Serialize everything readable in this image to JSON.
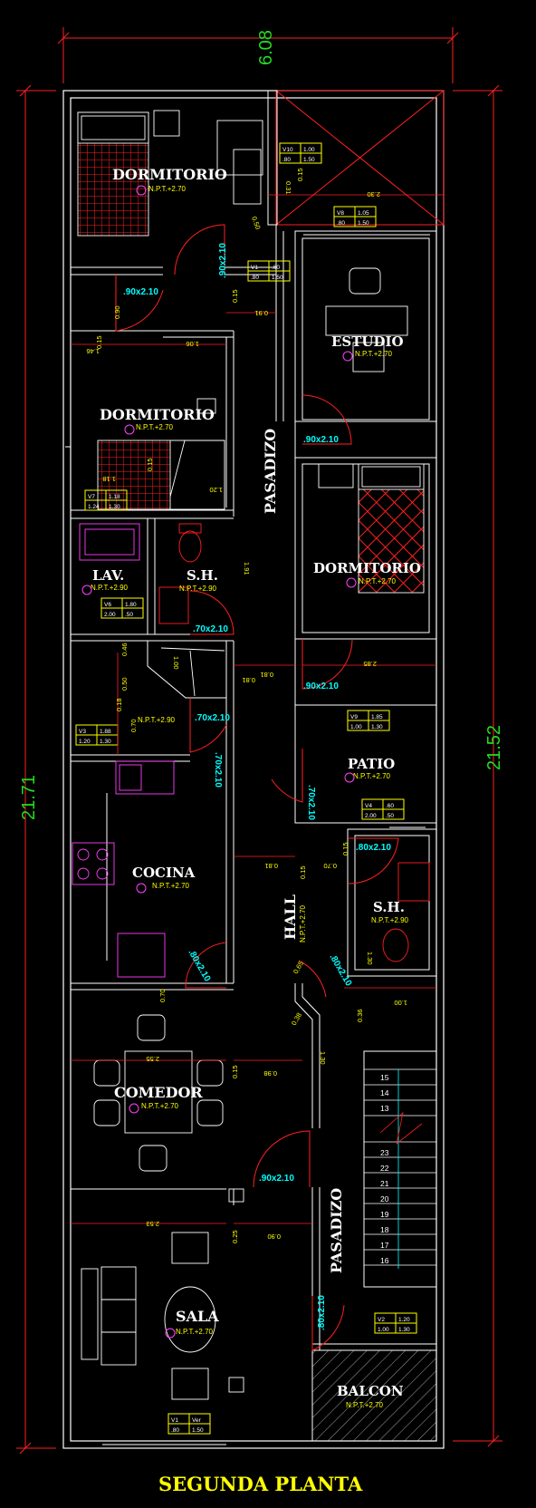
{
  "drawing": {
    "title": "SEGUNDA PLANTA",
    "overall_width": "6.08",
    "overall_length_right": "21.52",
    "overall_length_left": "21.71"
  },
  "rooms": [
    {
      "id": "dorm1",
      "name": "DORMITORIO",
      "level": "N.P.T.+2.70"
    },
    {
      "id": "dorm2",
      "name": "DORMITORIO",
      "level": "N.P.T.+2.70"
    },
    {
      "id": "estudio",
      "name": "ESTUDIO",
      "level": "N.P.T.+2.70"
    },
    {
      "id": "dorm3",
      "name": "DORMITORIO",
      "level": "N.P.T.+2.70"
    },
    {
      "id": "lav",
      "name": "LAV.",
      "level": "N.P.T.+2.90"
    },
    {
      "id": "sh1",
      "name": "S.H.",
      "level": "N.P.T.+2.90"
    },
    {
      "id": "patio",
      "name": "PATIO",
      "level": "N.P.T.+2.70"
    },
    {
      "id": "cocina",
      "name": "COCINA",
      "level": "N.P.T.+2.70"
    },
    {
      "id": "sh2",
      "name": "S.H.",
      "level": "N.P.T.+2.90"
    },
    {
      "id": "comedor",
      "name": "COMEDOR",
      "level": "N.P.T.+2.70"
    },
    {
      "id": "sala",
      "name": "SALA",
      "level": "N.P.T.+2.70"
    },
    {
      "id": "balcon",
      "name": "BALCON",
      "level": "N.P.T.+2.70"
    }
  ],
  "corridors": {
    "pasadizo_upper": "PASADIZO",
    "pasadizo_lower": "PASADIZO",
    "hall": "HALL",
    "hall_level": "N.P.T.+2.70",
    "loose_level": "N.P.T.+2.90"
  },
  "doors": {
    "d_dorm1": ".90x2.10",
    "d_dorm1b": ".90x2.10",
    "d_estudio": ".90x2.10",
    "d_sh1": ".70x2.10",
    "d_dorm3": ".90x2.10",
    "d_shower": ".70x2.10",
    "d_cocina": ".70x2.10",
    "d_patio": ".70x2.10",
    "d_sh2": ".80x2.10",
    "d_cocina2": ".80x2.10",
    "d_hall": ".80x2.10",
    "d_comedor": ".90x2.10",
    "d_balcon": ".80x2.10"
  },
  "windows": {
    "v10": [
      "V10",
      "1.00",
      ".80",
      "1.50"
    ],
    "v8": [
      "V8",
      "1.05",
      ".80",
      "1.50"
    ],
    "v1b": [
      "V1",
      ".60",
      ".80",
      "1.50"
    ],
    "v7": [
      "V7",
      "1.18",
      "1.24",
      "1.30"
    ],
    "v6": [
      "V6",
      "1.80",
      "2.00",
      ".50"
    ],
    "v9": [
      "V9",
      "1.85",
      "1.00",
      "1.30"
    ],
    "v3": [
      "V3",
      "1.88",
      "1.20",
      "1.30"
    ],
    "v4": [
      "V4",
      ".60",
      "2.00",
      ".50"
    ],
    "v2": [
      "V2",
      "1.20",
      "1.00",
      "1.30"
    ],
    "v1": [
      "V1",
      "Ver",
      ".80",
      "1.50"
    ]
  },
  "dims": {
    "d1": "0.31",
    "d2": "0.15",
    "d3": "2.30",
    "d4": "0.50",
    "d5": "0.15",
    "d6": "0.91",
    "d7": "0.15",
    "d8": "1.46",
    "d9": "1.06",
    "d10": "1.20",
    "d11": "1.18",
    "d12": "0.15",
    "d13": "1.91",
    "d14": "0.90",
    "d15": "0.81",
    "d16": "2.85",
    "d17": "0.46",
    "d18": "0.50",
    "d19": "0.18",
    "d20": "0.70",
    "d21": "1.00",
    "d22": "0.15",
    "d23": "0.81",
    "d24": "0.70",
    "d25": "0.15",
    "d26": "1.30",
    "d27": "0.65",
    "d28": "0.38",
    "d29": "1.00",
    "d30": "0.36",
    "d31": "1.30",
    "d32": "2.55",
    "d33": "0.70",
    "d34": "0.15",
    "d35": "0.98",
    "d36": "2.53",
    "d37": "0.25",
    "d38": "0.90",
    "d39": "0.81"
  },
  "stairs": {
    "upper": [
      "15",
      "14",
      "13"
    ],
    "lower": [
      "23",
      "22",
      "21",
      "20",
      "19",
      "18",
      "17",
      "16"
    ]
  }
}
